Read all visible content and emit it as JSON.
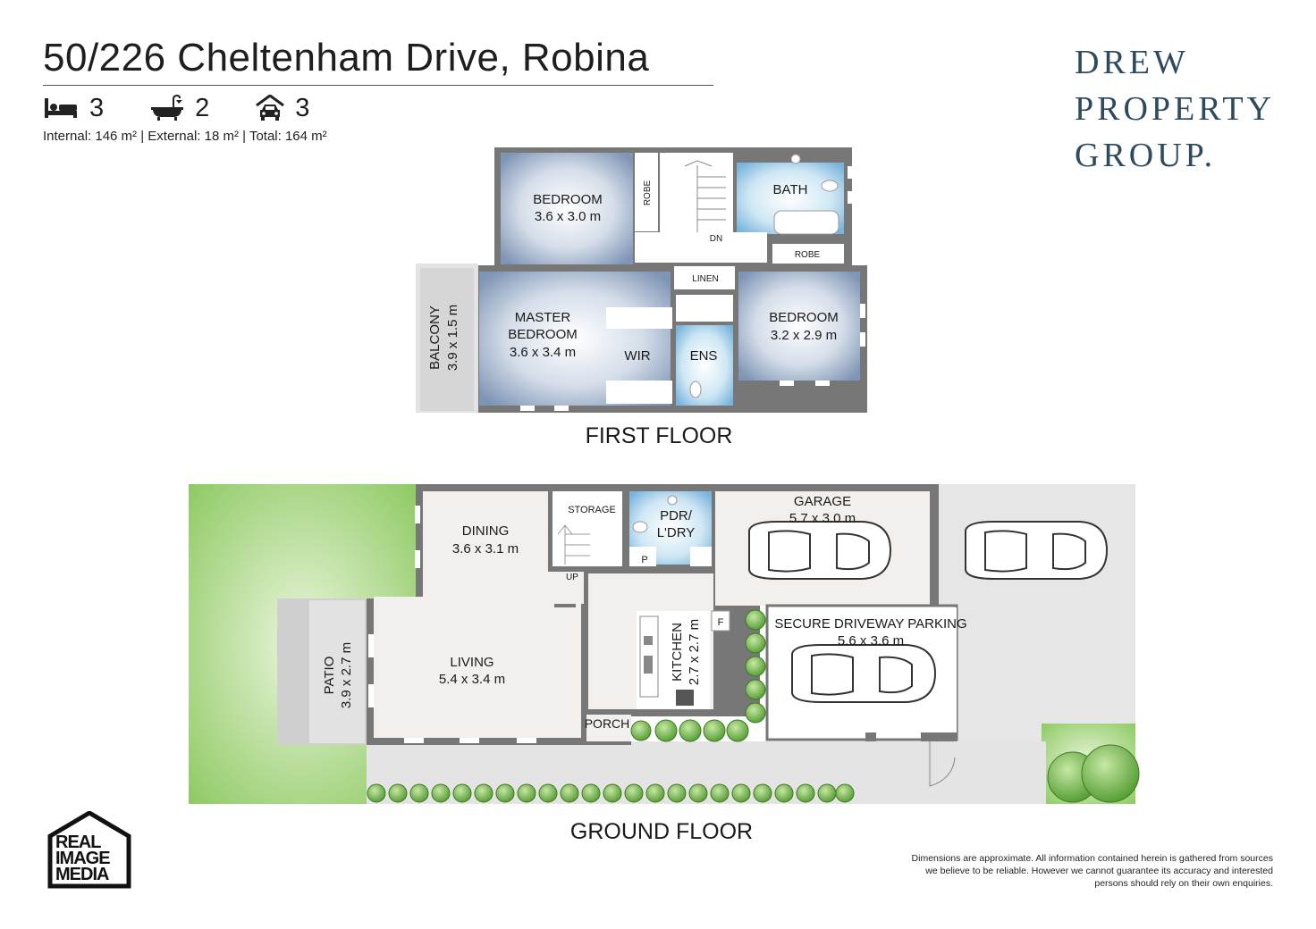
{
  "header": {
    "address": "50/226 Cheltenham Drive, Robina",
    "beds": "3",
    "baths": "2",
    "cars": "3",
    "areas": "Internal: 146 m²  |  External: 18 m²  |  Total: 164 m²"
  },
  "brand": {
    "line1": "DREW",
    "line2": "PROPERTY",
    "line3": "GROUP.",
    "color": "#2d4a5e"
  },
  "first_floor": {
    "label": "FIRST FLOOR",
    "bedroom1": {
      "name": "BEDROOM",
      "size": "3.6 x 3.0 m"
    },
    "robe1": "ROBE",
    "bath": "BATH",
    "robe2": "ROBE",
    "dn": "DN",
    "linen": "LINEN",
    "master": {
      "name1": "MASTER",
      "name2": "BEDROOM",
      "size": "3.6 x 3.4 m"
    },
    "wir": "WIR",
    "ens": "ENS",
    "bedroom2": {
      "name": "BEDROOM",
      "size": "3.2 x 2.9 m"
    },
    "balcony": {
      "name": "BALCONY",
      "size": "3.9 x 1.5 m"
    }
  },
  "ground_floor": {
    "label": "GROUND FLOOR",
    "dining": {
      "name": "DINING",
      "size": "3.6 x 3.1 m"
    },
    "storage": "STORAGE",
    "up": "UP",
    "pdr": {
      "name1": "PDR/",
      "name2": "L'DRY"
    },
    "p": "P",
    "garage": {
      "name": "GARAGE",
      "size": "5.7 x 3.0 m"
    },
    "kitchen": {
      "name": "KITCHEN",
      "size": "2.7 x 2.7 m"
    },
    "f": "F",
    "driveway": {
      "name": "SECURE DRIVEWAY PARKING",
      "size": "5.6 x 3.6 m"
    },
    "living": {
      "name": "LIVING",
      "size": "5.4 x 3.4 m"
    },
    "patio": {
      "name": "PATIO",
      "size": "3.9 x 2.7 m"
    },
    "porch": "PORCH"
  },
  "logo": {
    "line1": "REAL",
    "line2": "IMAGE",
    "line3": "MEDIA"
  },
  "disclaimer": "Dimensions are approximate.  All information contained herein is gathered from sources we believe to be reliable.  However we cannot guarantee its accuracy and interested persons should rely on their own enquiries."
}
